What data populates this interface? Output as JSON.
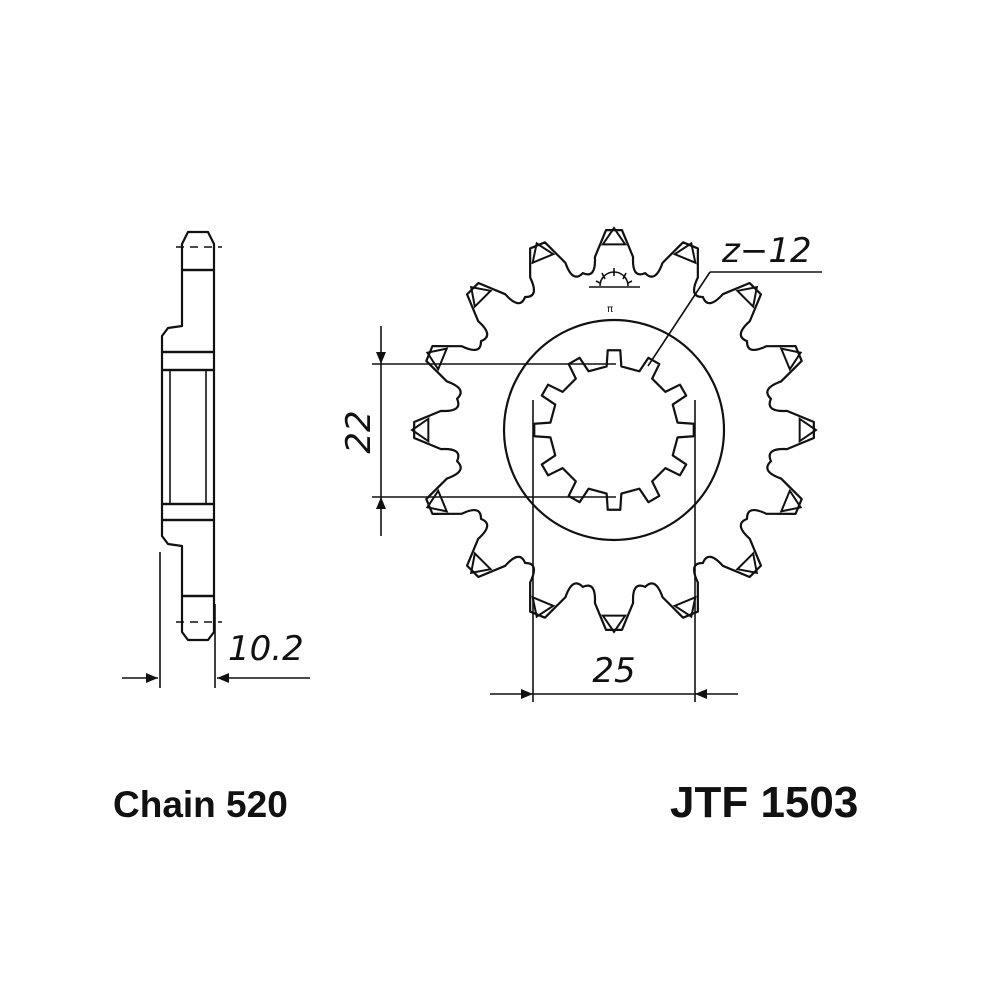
{
  "drawing": {
    "spline_label": "z−12",
    "dim_height": "22",
    "dim_width": "25",
    "dim_thickness": "10.2",
    "sprocket_teeth": 16,
    "spline_teeth": 12
  },
  "captions": {
    "chain": "Chain 520",
    "part_number": "JTF 1503"
  }
}
